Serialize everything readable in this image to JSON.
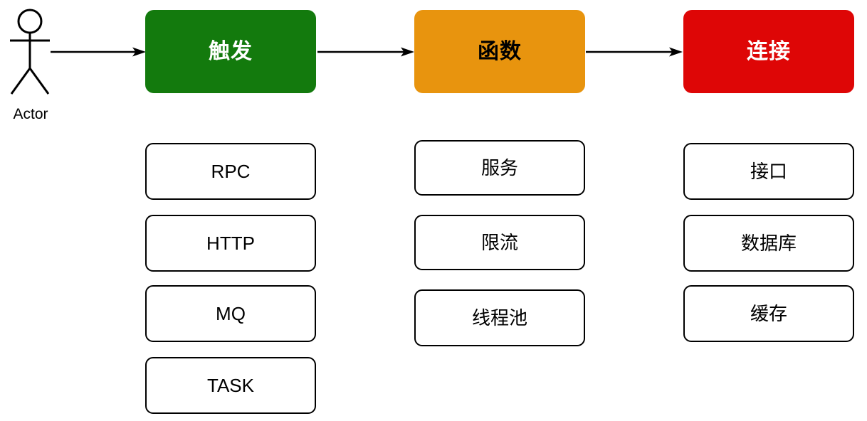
{
  "diagram": {
    "title": "",
    "actor": {
      "icon": "stick-figure-actor-icon",
      "label": "Actor"
    },
    "colors": {
      "green": "#137A0D",
      "orange": "#E8940E",
      "red": "#DE0606",
      "white": "#FFFFFF",
      "black": "#000000",
      "stroke": "#000000"
    },
    "flow": {
      "arrows": [
        {
          "name": "actor-to-trigger",
          "label": ""
        },
        {
          "name": "trigger-to-function",
          "label": ""
        },
        {
          "name": "function-to-connection",
          "label": ""
        }
      ]
    },
    "columns": [
      {
        "id": "trigger",
        "header": {
          "label": "触发",
          "fill": "#137A0D",
          "text_color": "#FFFFFF"
        },
        "items": [
          {
            "label": "RPC"
          },
          {
            "label": "HTTP"
          },
          {
            "label": "MQ"
          },
          {
            "label": "TASK"
          }
        ]
      },
      {
        "id": "function",
        "header": {
          "label": "函数",
          "fill": "#E8940E",
          "text_color": "#000000"
        },
        "items": [
          {
            "label": "服务"
          },
          {
            "label": "限流"
          },
          {
            "label": "线程池"
          }
        ]
      },
      {
        "id": "connection",
        "header": {
          "label": "连接",
          "fill": "#DE0606",
          "text_color": "#FFFFFF"
        },
        "items": [
          {
            "label": "接口"
          },
          {
            "label": "数据库"
          },
          {
            "label": "缓存"
          }
        ]
      }
    ]
  }
}
